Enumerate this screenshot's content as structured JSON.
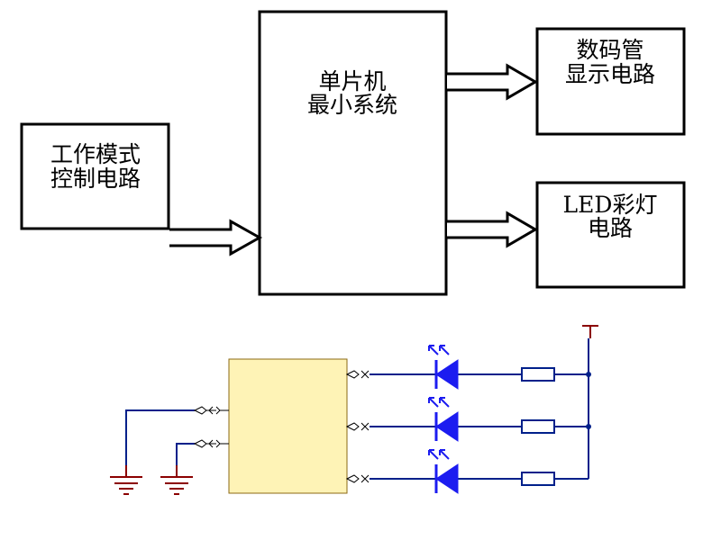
{
  "blocks": {
    "mode_control": {
      "line1": "工作模式",
      "line2": "控制电路"
    },
    "mcu": {
      "line1": "单片机",
      "line2": "最小系统"
    },
    "display": {
      "line1": "数码管",
      "line2": "显示电路"
    },
    "led": {
      "line1": "LED彩灯",
      "line2": "电路"
    }
  },
  "colors": {
    "block_border": "#000000",
    "chip_fill": "#fef3b6",
    "wire": "#00208a",
    "led": "#1c1cf0",
    "ground_and_power": "#8b0000"
  },
  "schematic": {
    "led_count": 3,
    "resistor_count": 3,
    "ground_symbols": 2
  }
}
